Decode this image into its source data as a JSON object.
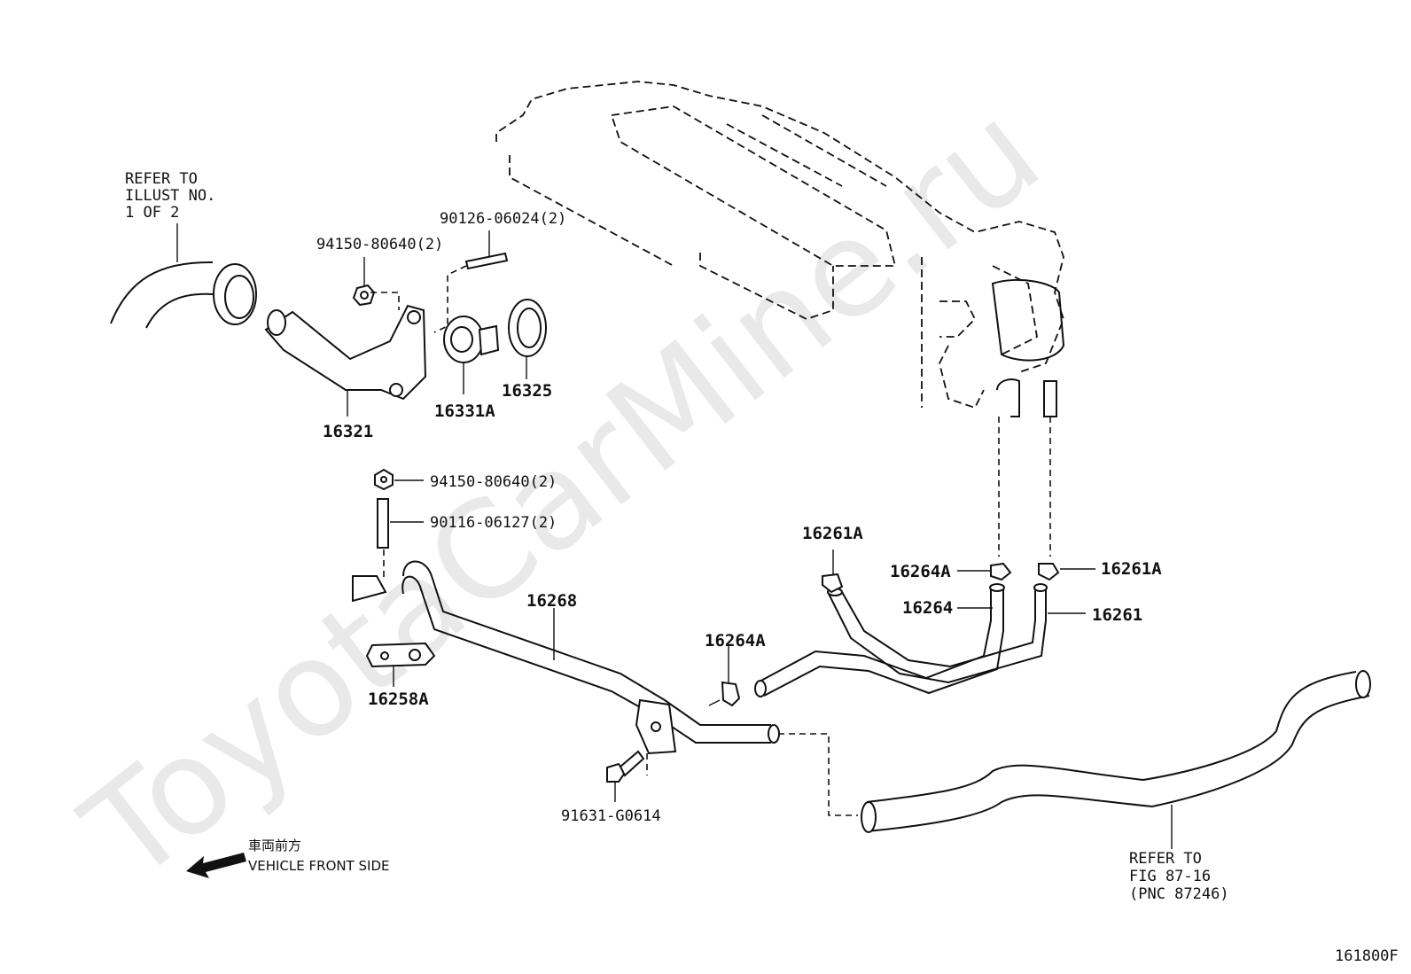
{
  "watermark": "ToyotaCarMine.ru",
  "refer_top": {
    "line1": "REFER TO",
    "line2": "ILLUST NO.",
    "line3": "1 OF 2"
  },
  "refer_bottom": {
    "line1": "REFER  TO",
    "line2": "FIG 87-16",
    "line3": "(PNC 87246)"
  },
  "parts": {
    "nut_top": "94150-80640(2)",
    "stud_top": "90126-06024(2)",
    "outlet": "16321",
    "thermostat": "16331A",
    "gasket_ring": "16325",
    "nut_mid": "94150-80640(2)",
    "stud_mid": "90116-06127(2)",
    "pipe": "16268",
    "gasket": "16258A",
    "clamp_left": "16264A",
    "bolt": "91631-G0614",
    "clamp_top": "16261A",
    "clamp_right_a": "16264A",
    "clamp_right_b": "16261A",
    "hose_a": "16264",
    "hose_b": "16261"
  },
  "front_side": {
    "jp": "車両前方",
    "en": "VEHICLE FRONT SIDE",
    "icon": "arrow-left-icon"
  },
  "figure_code": "161800F"
}
